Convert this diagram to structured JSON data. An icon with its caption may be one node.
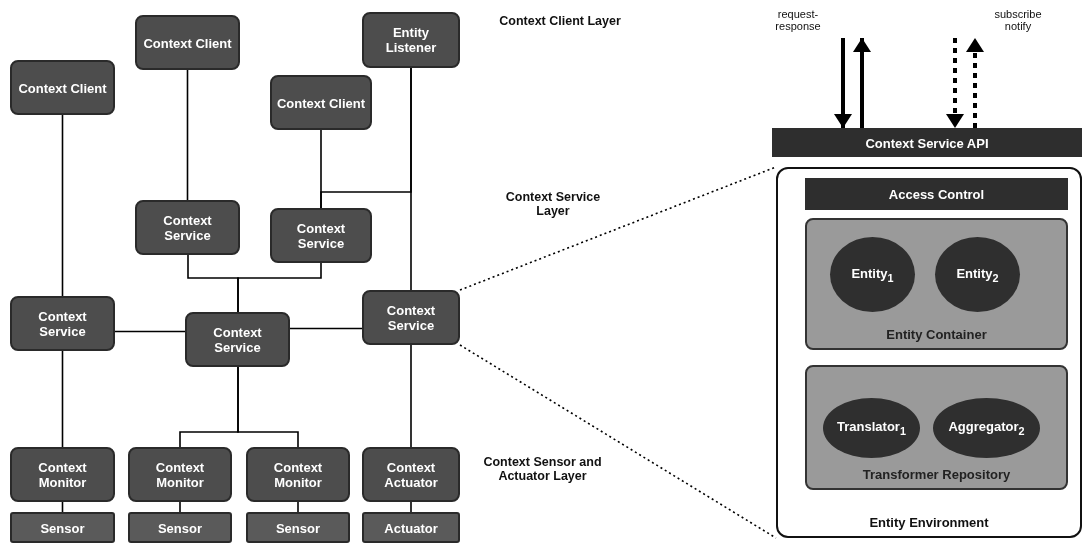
{
  "diagram": {
    "nodes": [
      {
        "text": [
          "Context Client"
        ]
      },
      {
        "text": [
          "Context Client"
        ]
      },
      {
        "text": [
          "Entity Listener"
        ]
      },
      {
        "text": [
          "Context Client"
        ]
      },
      {
        "text": [
          "Context Service"
        ]
      },
      {
        "text": [
          "Context Service"
        ]
      },
      {
        "text": [
          "Context Service"
        ]
      },
      {
        "text": [
          "Context Service"
        ]
      },
      {
        "text": [
          "Context Service"
        ]
      },
      {
        "text": [
          "Context Monitor"
        ]
      },
      {
        "text": [
          "Context Monitor"
        ]
      },
      {
        "text": [
          "Context Monitor"
        ]
      },
      {
        "text": [
          "Context Actuator"
        ]
      },
      {
        "text": [
          "Sensor"
        ]
      },
      {
        "text": [
          "Sensor"
        ]
      },
      {
        "text": [
          "Sensor"
        ]
      },
      {
        "text": [
          "Actuator"
        ]
      },
      {
        "text": [
          "Context Service API"
        ]
      },
      {
        "text": [
          "Entity Environment"
        ]
      },
      {
        "text": [
          "Access Control"
        ],
        "in": 18
      },
      {
        "text": [
          "Entity Container"
        ],
        "in": 18
      },
      {
        "text": [
          "Entity$_{1}$"
        ],
        "in": 20
      },
      {
        "text": [
          "Entity$_{2}$"
        ],
        "in": 20
      },
      {
        "text": [
          "Transformer Repository"
        ],
        "in": 18
      },
      {
        "text": [
          "Translator$_{1}$"
        ],
        "in": 23
      },
      {
        "text": [
          "Aggregator$_{2}$"
        ],
        "in": 23
      }
    ],
    "edges": [
      {
        "from": 0,
        "to": 6,
        "arrow": "none"
      },
      {
        "from": 1,
        "to": 4,
        "arrow": "none"
      },
      {
        "from": 3,
        "to": 5,
        "arrow": "none"
      },
      {
        "from": 2,
        "to": 8,
        "arrow": "none"
      },
      {
        "from": 2,
        "to": 5,
        "arrow": "none"
      },
      {
        "from": 4,
        "to": 7,
        "arrow": "none"
      },
      {
        "from": 5,
        "to": 7,
        "arrow": "none"
      },
      {
        "from": 6,
        "to": 7,
        "arrow": "none"
      },
      {
        "from": 7,
        "to": 8,
        "arrow": "none"
      },
      {
        "from": 6,
        "to": 9,
        "arrow": "none"
      },
      {
        "from": 7,
        "to": 10,
        "arrow": "none"
      },
      {
        "from": 7,
        "to": 11,
        "arrow": "none"
      },
      {
        "from": 8,
        "to": 12,
        "arrow": "none"
      },
      {
        "from": 9,
        "to": 13,
        "arrow": "none"
      },
      {
        "from": 10,
        "to": 14,
        "arrow": "none"
      },
      {
        "from": 11,
        "to": 15,
        "arrow": "none"
      },
      {
        "from": 12,
        "to": 16,
        "arrow": "none"
      },
      {
        "from": 8,
        "to": 18,
        "arrow": "none",
        "style": "dashed"
      },
      {
        "from": 8,
        "to": 18,
        "arrow": "none",
        "style": "dashed"
      },
      {
        "from": null,
        "to": 17,
        "arrow": "to",
        "style": "thick"
      },
      {
        "from": 17,
        "to": null,
        "arrow": "to",
        "style": "thick"
      },
      {
        "from": null,
        "to": 17,
        "arrow": "to",
        "style": "dashed"
      },
      {
        "from": 17,
        "to": null,
        "arrow": "to",
        "style": "dashed"
      }
    ],
    "labels": [
      "Context Client Layer",
      "Context Service Layer",
      "Context Sensor and Actuator Layer",
      "request-response",
      "subscribe notify"
    ]
  }
}
